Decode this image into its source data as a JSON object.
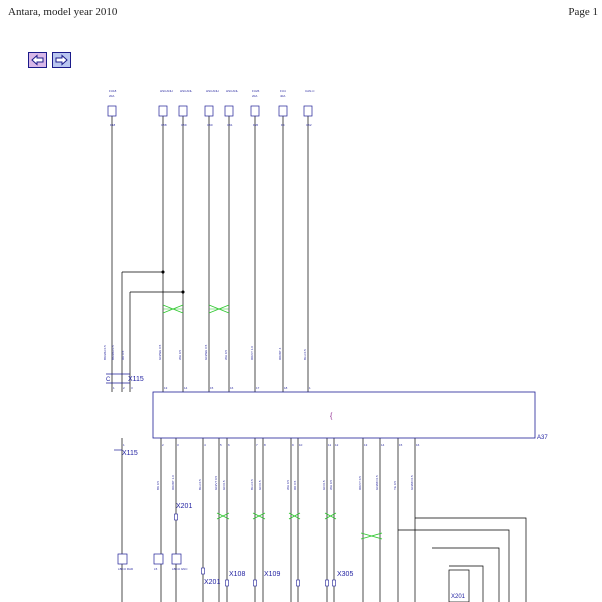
{
  "header": {
    "title": "Antara, model year 2010",
    "page": "Page 1"
  },
  "nav": {
    "back": "arrow-left-icon",
    "forward": "arrow-right-icon"
  },
  "colors": {
    "wire": "#000000",
    "component": "#1e1e96",
    "splice": "#2ec82e"
  },
  "diagram": {
    "fuses_top": [
      {
        "name": "FU18",
        "rating": "20A",
        "pin": "F18"
      },
      {
        "name": "HSCANH",
        "rating": "",
        "pin": "C58"
      },
      {
        "name": "HSCANL",
        "rating": "",
        "pin": "C59"
      },
      {
        "name": "HSCANH",
        "rating": "",
        "pin": "C60"
      },
      {
        "name": "HSCANL",
        "rating": "",
        "pin": "C61"
      },
      {
        "name": "FU26",
        "rating": "20A",
        "pin": "F26"
      },
      {
        "name": "FU4",
        "rating": "40A",
        "pin": "F4"
      },
      {
        "name": "CAN-C",
        "rating": "",
        "pin": "C62"
      }
    ],
    "connectors": {
      "x115_upper": "X115",
      "x115_lower": "X115",
      "x201": "X201",
      "x108": "X108",
      "x109": "X109",
      "x305": "X305",
      "x201b": "X201"
    },
    "module": {
      "id": "A37",
      "brace": "{"
    },
    "connector_c_label": "C",
    "pins_top": [
      "1",
      "2",
      "3",
      "13",
      "14",
      "15",
      "16",
      "17",
      "18"
    ],
    "pins_bottom": [
      "1",
      "2",
      "3",
      "4",
      "5",
      "6",
      "7",
      "8",
      "9",
      "10",
      "11",
      "12",
      "13",
      "14",
      "15",
      "16",
      "17",
      "18",
      "19"
    ],
    "wire_labels_top": [
      "BK/WH 0.5",
      "BK/WH 0.5",
      "RD 0.5",
      "GN/WH 0.5",
      "WH 0.5",
      "GN/WH 0.5",
      "WH 0.5",
      "RD/VT 1.0",
      "RD/WT 4",
      "BLU 0.5"
    ],
    "wire_labels_bottom": [
      "BK 0.5",
      "RD/WT 1.0",
      "BLU 0.5",
      "GN/VT 0.5",
      "GN 0.5",
      "BLU 0.5",
      "GN 0.5",
      "WH 0.5",
      "RD 0.5",
      "GN 0.5",
      "WH 0.5",
      "RD/VT 0.5",
      "GN/RD 0.5",
      "YE 0.5",
      "GN/RD 0.5"
    ],
    "bottom_boxes": [
      {
        "name": "LBCU",
        "pin": "RAD"
      },
      {
        "name": "L5",
        "pin": ""
      },
      {
        "name": "LBCU",
        "pin": "GNC"
      }
    ]
  }
}
